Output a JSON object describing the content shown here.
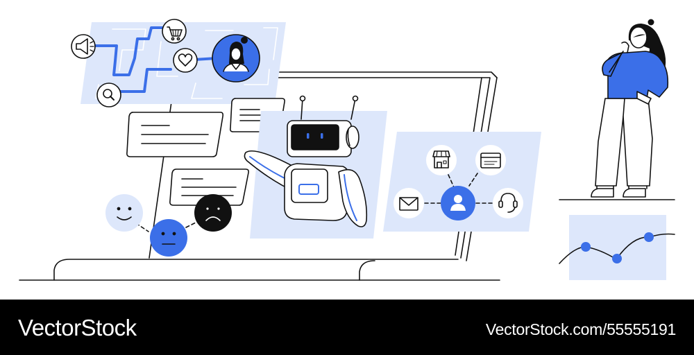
{
  "illustration": {
    "icons": [
      "megaphone-icon",
      "shopping-cart-icon",
      "heart-icon",
      "search-icon",
      "storefront-icon",
      "browser-window-icon",
      "envelope-icon",
      "user-icon",
      "headset-icon"
    ],
    "emotions": [
      "happy",
      "neutral",
      "sad"
    ],
    "colors": {
      "accent": "#3b6fe8",
      "panel": "#dde7fb",
      "ink": "#111111",
      "background": "#ffffff"
    }
  },
  "footer": {
    "brand": "VectorStock",
    "stock_id": "VectorStock.com/55555191",
    "background": "#000000"
  }
}
